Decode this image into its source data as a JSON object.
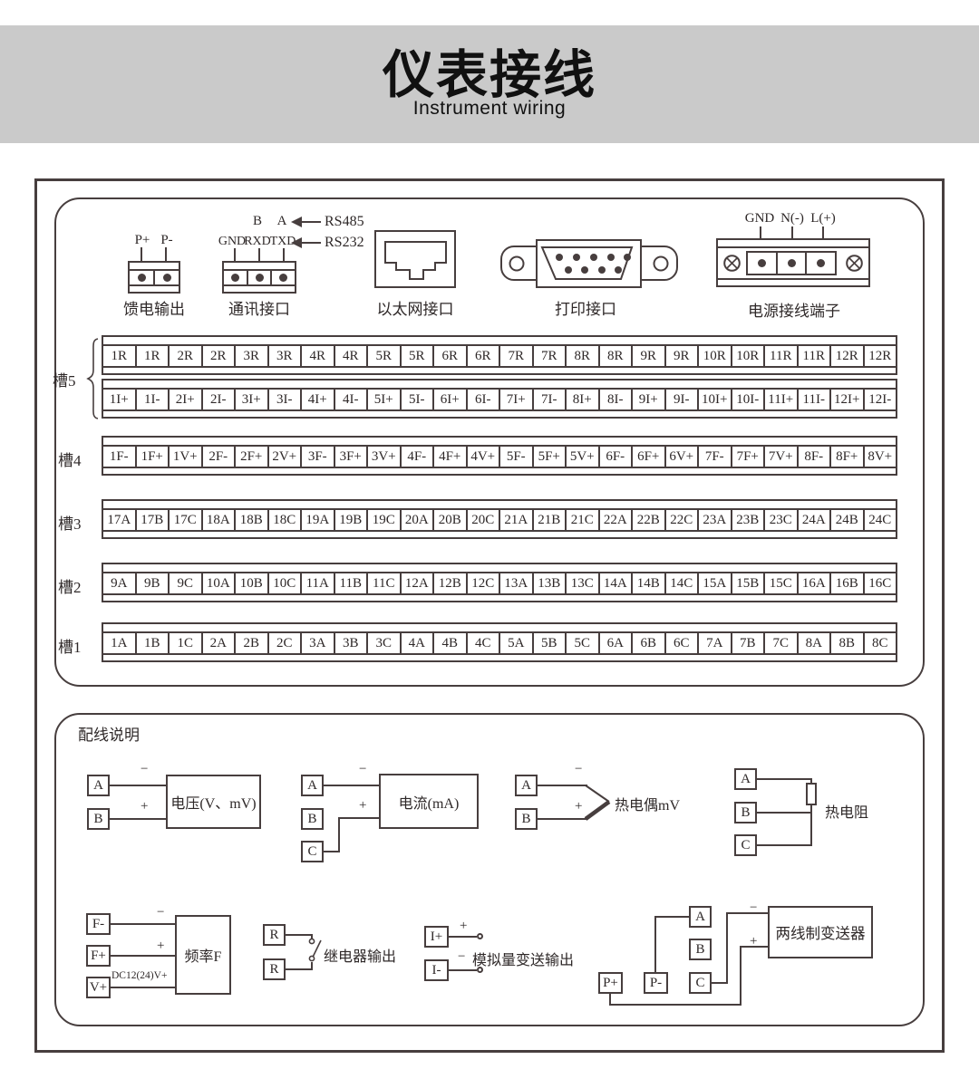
{
  "header": {
    "title": "仪表接线",
    "subtitle": "Instrument wiring"
  },
  "connectors": {
    "feed": {
      "caption": "馈电输出",
      "p1": "P+",
      "p2": "P-"
    },
    "comm": {
      "caption": "通讯接口",
      "g": "GND",
      "r": "RXD",
      "t": "TXD",
      "b": "B",
      "a": "A",
      "rs485": "RS485",
      "rs232": "RS232"
    },
    "ethernet": {
      "caption": "以太网接口"
    },
    "printer": {
      "caption": "打印接口"
    },
    "power": {
      "caption": "电源接线端子",
      "p1": "GND",
      "p2": "N(-)",
      "p3": "L(+)"
    }
  },
  "slots": [
    {
      "label": "槽5",
      "rows": [
        [
          "1R",
          "1R",
          "2R",
          "2R",
          "3R",
          "3R",
          "4R",
          "4R",
          "5R",
          "5R",
          "6R",
          "6R",
          "7R",
          "7R",
          "8R",
          "8R",
          "9R",
          "9R",
          "10R",
          "10R",
          "11R",
          "11R",
          "12R",
          "12R"
        ],
        [
          "1I+",
          "1I-",
          "2I+",
          "2I-",
          "3I+",
          "3I-",
          "4I+",
          "4I-",
          "5I+",
          "5I-",
          "6I+",
          "6I-",
          "7I+",
          "7I-",
          "8I+",
          "8I-",
          "9I+",
          "9I-",
          "10I+",
          "10I-",
          "11I+",
          "11I-",
          "12I+",
          "12I-"
        ]
      ]
    },
    {
      "label": "槽4",
      "rows": [
        [
          "1F-",
          "1F+",
          "1V+",
          "2F-",
          "2F+",
          "2V+",
          "3F-",
          "3F+",
          "3V+",
          "4F-",
          "4F+",
          "4V+",
          "5F-",
          "5F+",
          "5V+",
          "6F-",
          "6F+",
          "6V+",
          "7F-",
          "7F+",
          "7V+",
          "8F-",
          "8F+",
          "8V+"
        ]
      ]
    },
    {
      "label": "槽3",
      "rows": [
        [
          "17A",
          "17B",
          "17C",
          "18A",
          "18B",
          "18C",
          "19A",
          "19B",
          "19C",
          "20A",
          "20B",
          "20C",
          "21A",
          "21B",
          "21C",
          "22A",
          "22B",
          "22C",
          "23A",
          "23B",
          "23C",
          "24A",
          "24B",
          "24C"
        ]
      ]
    },
    {
      "label": "槽2",
      "rows": [
        [
          "9A",
          "9B",
          "9C",
          "10A",
          "10B",
          "10C",
          "11A",
          "11B",
          "11C",
          "12A",
          "12B",
          "12C",
          "13A",
          "13B",
          "13C",
          "14A",
          "14B",
          "14C",
          "15A",
          "15B",
          "15C",
          "16A",
          "16B",
          "16C"
        ]
      ]
    },
    {
      "label": "槽1",
      "rows": [
        [
          "1A",
          "1B",
          "1C",
          "2A",
          "2B",
          "2C",
          "3A",
          "3B",
          "3C",
          "4A",
          "4B",
          "4C",
          "5A",
          "5B",
          "5C",
          "6A",
          "6B",
          "6C",
          "7A",
          "7B",
          "7C",
          "8A",
          "8B",
          "8C"
        ]
      ]
    }
  ],
  "wiring": {
    "title": "配线说明",
    "voltage": {
      "t1": "A",
      "t2": "B",
      "minus": "−",
      "plus": "+",
      "label": "电压(V、mV)"
    },
    "current": {
      "t1": "A",
      "t2": "B",
      "t3": "C",
      "minus": "−",
      "plus": "+",
      "label": "电流(mA)"
    },
    "thermocouple": {
      "t1": "A",
      "t2": "B",
      "minus": "−",
      "plus": "+",
      "label": "热电偶mV"
    },
    "rtd": {
      "t1": "A",
      "t2": "B",
      "t3": "C",
      "label": "热电阻"
    },
    "frequency": {
      "t1": "F-",
      "t2": "F+",
      "t3": "V+",
      "minus": "−",
      "plus": "+",
      "dc": "DC12(24)V+",
      "label": "频率F"
    },
    "relay": {
      "t1": "R",
      "t2": "R",
      "label": "继电器输出"
    },
    "analog": {
      "t1": "I+",
      "t2": "I-",
      "plus": "+",
      "minus": "−",
      "label": "模拟量变送输出"
    },
    "twowire": {
      "tA": "A",
      "tB": "B",
      "tC": "C",
      "tPm": "P-",
      "tPp": "P+",
      "minus": "−",
      "plus": "+",
      "label": "两线制变送器"
    }
  }
}
